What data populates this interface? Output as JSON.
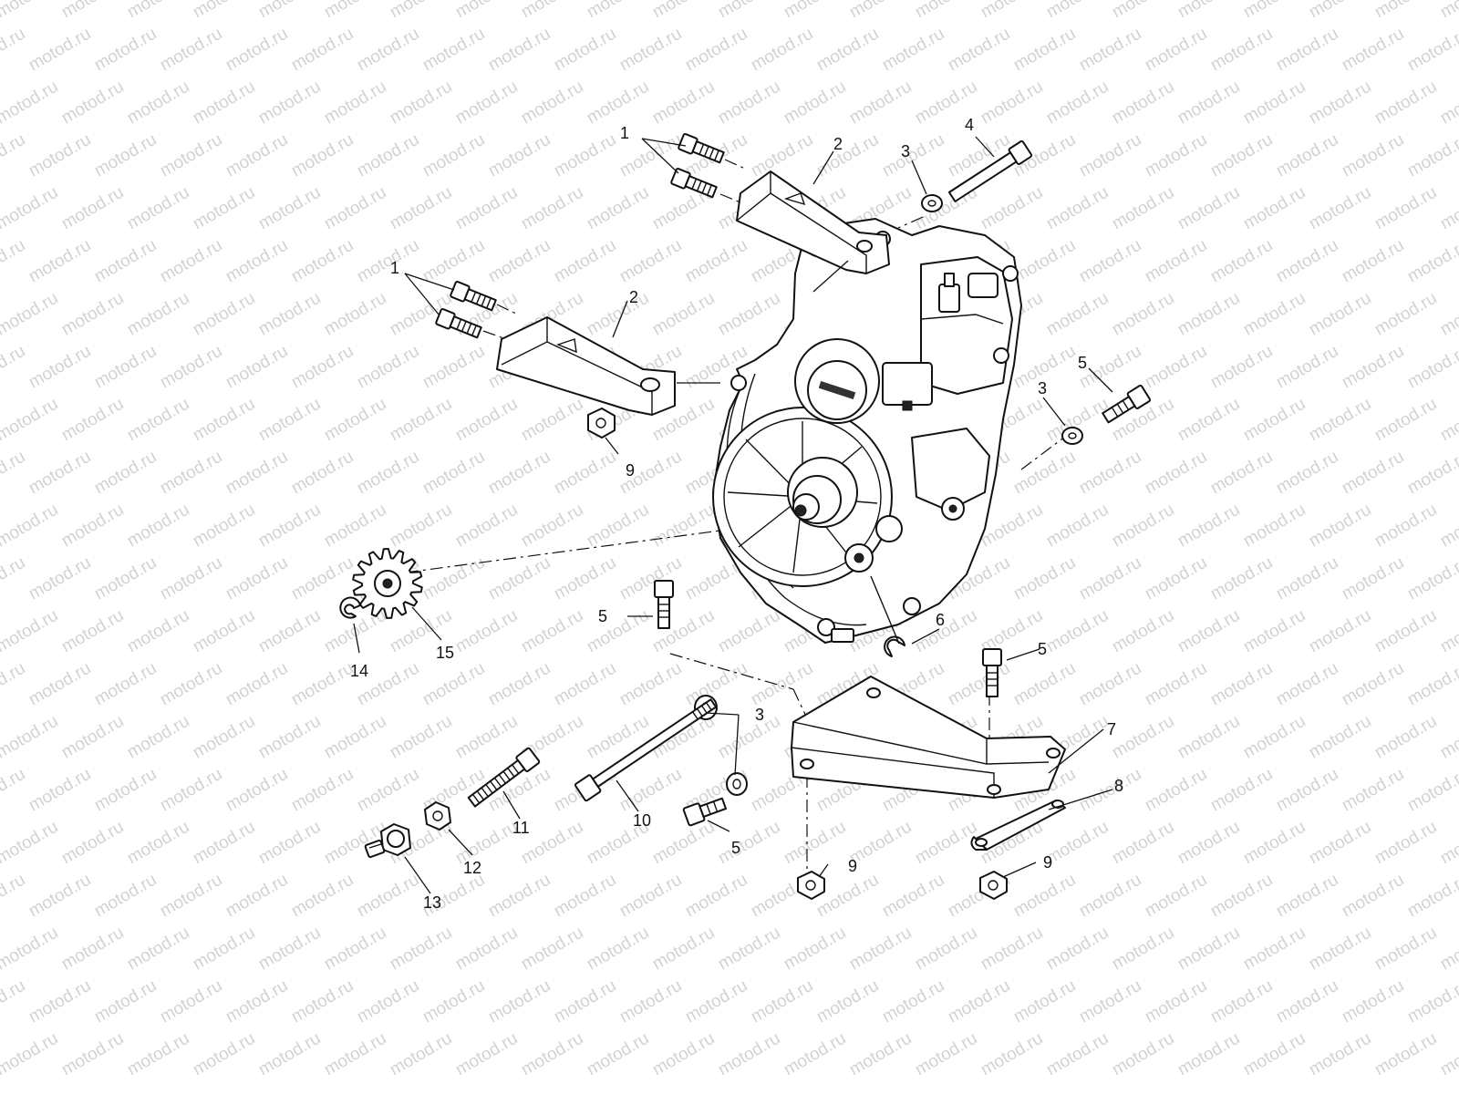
{
  "watermark": {
    "text": "motod.ru"
  },
  "callouts": {
    "c1a": "1",
    "c1b": "1",
    "c2a": "2",
    "c2b": "2",
    "c3a": "3",
    "c3b": "3",
    "c3c": "3",
    "c4": "4",
    "c5a": "5",
    "c5b": "5",
    "c5c": "5",
    "c5d": "5",
    "c6": "6",
    "c7": "7",
    "c8": "8",
    "c9a": "9",
    "c9b": "9",
    "c9c": "9",
    "c10": "10",
    "c11": "11",
    "c12": "12",
    "c13": "13",
    "c14": "14",
    "c15": "15"
  },
  "icons": {
    "main_assembly": "gearcase-icon",
    "bolt": "bolt-icon",
    "bracket": "bracket-icon",
    "washer": "washer-icon",
    "nut": "hex-nut-icon",
    "sprocket": "sprocket-icon",
    "plate": "mounting-plate-icon",
    "strap": "strap-icon",
    "plug": "drain-plug-icon",
    "clip": "retaining-clip-icon"
  }
}
